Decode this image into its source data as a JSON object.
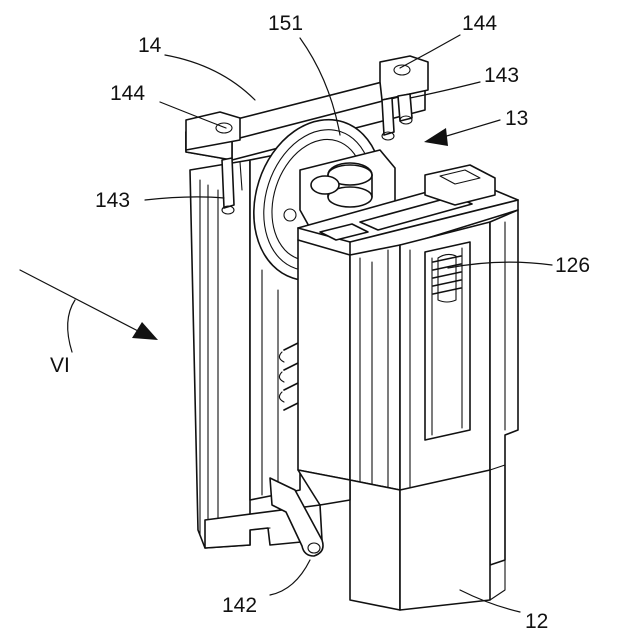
{
  "labels": {
    "l14": "14",
    "l151": "151",
    "l144_top": "144",
    "l143_top": "143",
    "l144_left": "144",
    "l13": "13",
    "l143_left": "143",
    "l126": "126",
    "lVI": "VI",
    "l142": "142",
    "l12": "12"
  }
}
